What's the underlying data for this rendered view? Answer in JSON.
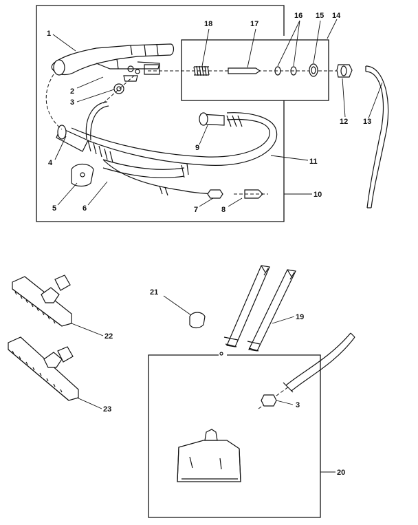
{
  "labels": {
    "p1": "1",
    "p2": "2",
    "p3": "3",
    "p3b": "3",
    "p4": "4",
    "p5": "5",
    "p6": "6",
    "p7": "7",
    "p8": "8",
    "p9": "9",
    "p10": "10",
    "p11": "11",
    "p12": "12",
    "p13": "13",
    "p14": "14",
    "p15": "15",
    "p16": "16",
    "p17": "17",
    "p18": "18",
    "p19": "19",
    "p20": "20",
    "p21": "21",
    "p22": "22",
    "p23": "23"
  }
}
